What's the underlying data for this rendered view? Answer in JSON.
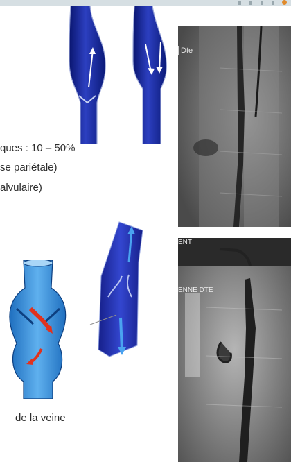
{
  "header": {
    "accent_color": "#e08a2c",
    "bar_color": "#d6dfe3"
  },
  "text_block": {
    "line1": "ques : 10 – 50%",
    "line2": "se pariétale)",
    "line3": "alvulaire)"
  },
  "caption": "de la veine",
  "xray_top": {
    "label": "Dte"
  },
  "xray_bottom": {
    "label_top": "ENT",
    "label_mid": "ENNE DTE"
  },
  "colors": {
    "vein_blue": "#1f2fa0",
    "arrow_red": "#e0321e",
    "light_blue": "#3a8fd8"
  }
}
